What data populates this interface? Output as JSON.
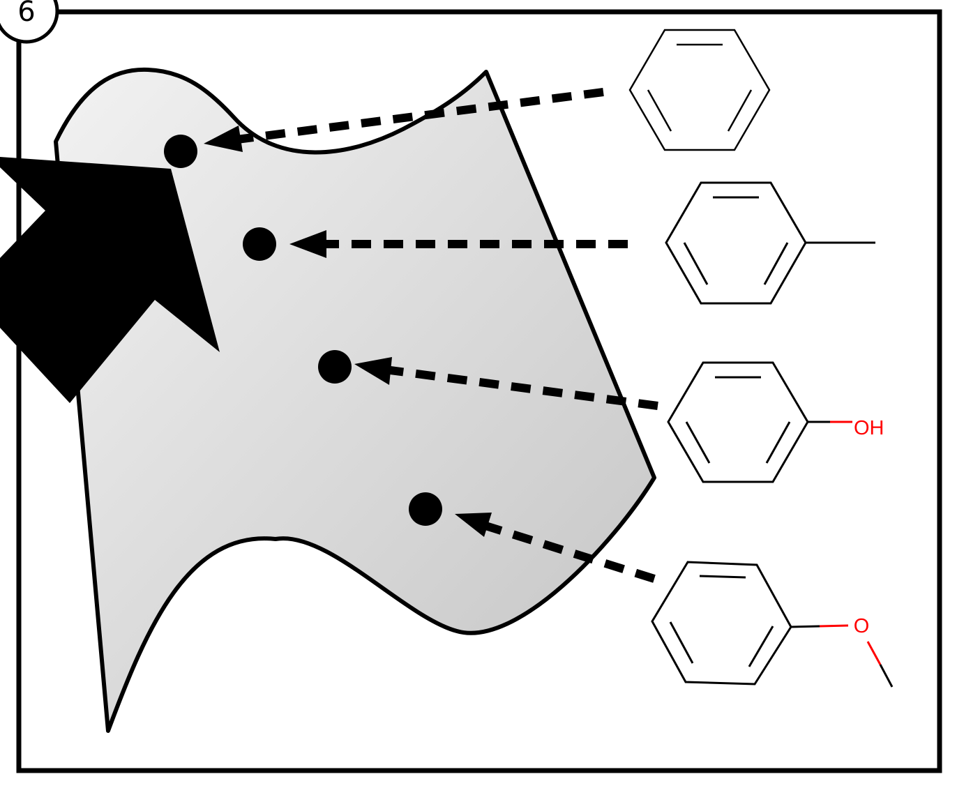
{
  "panel": {
    "number": "6"
  },
  "colors": {
    "stroke": "#000000",
    "heteroatom": "#ff0000",
    "surface_light": "#f2f2f2",
    "surface_dark": "#c4c4c4",
    "background": "#ffffff"
  },
  "molecules": [
    {
      "id": "benzene",
      "substituent_label": ""
    },
    {
      "id": "toluene",
      "substituent_label": ""
    },
    {
      "id": "phenol",
      "substituent_label": "OH"
    },
    {
      "id": "anisole",
      "substituent_label": "O"
    }
  ],
  "binding_sites": 4,
  "icons": [
    "large-arrow-icon",
    "dashed-arrow-icon",
    "binding-site-dot"
  ]
}
